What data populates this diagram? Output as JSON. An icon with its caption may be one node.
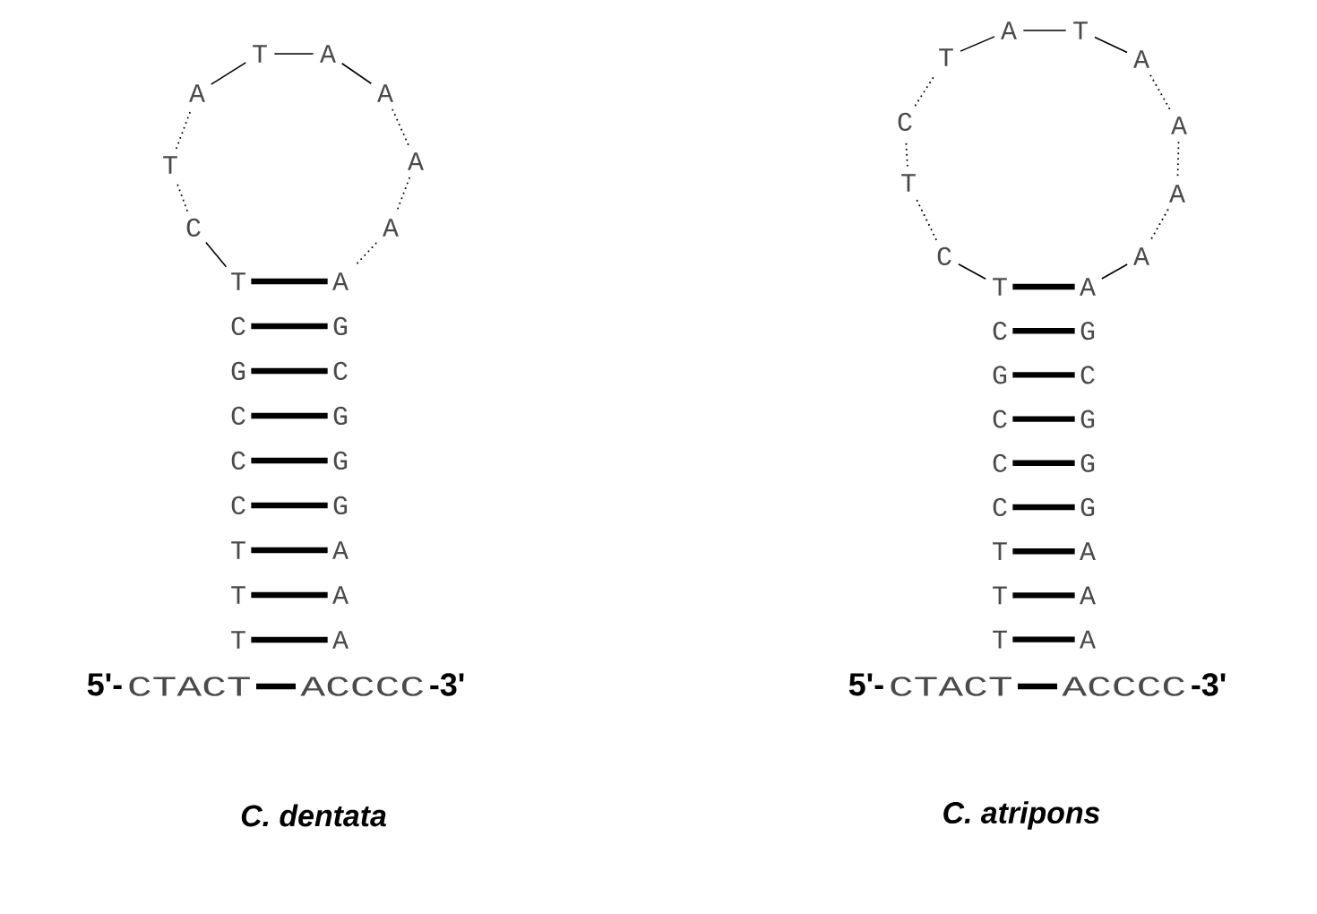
{
  "diagram": {
    "nodes": [
      {
        "text": [
          "C"
        ]
      },
      {
        "text": [
          "T"
        ]
      },
      {
        "text": [
          "A"
        ]
      },
      {
        "text": [
          "T"
        ]
      },
      {
        "text": [
          "A"
        ]
      },
      {
        "text": [
          "A"
        ]
      },
      {
        "text": [
          "A"
        ]
      },
      {
        "text": [
          "A"
        ]
      },
      {
        "text": [
          "T"
        ]
      },
      {
        "text": [
          "A"
        ]
      },
      {
        "text": [
          "C"
        ]
      },
      {
        "text": [
          "G"
        ]
      },
      {
        "text": [
          "G"
        ]
      },
      {
        "text": [
          "C"
        ]
      },
      {
        "text": [
          "C"
        ]
      },
      {
        "text": [
          "G"
        ]
      },
      {
        "text": [
          "C"
        ]
      },
      {
        "text": [
          "G"
        ]
      },
      {
        "text": [
          "C"
        ]
      },
      {
        "text": [
          "G"
        ]
      },
      {
        "text": [
          "T"
        ]
      },
      {
        "text": [
          "A"
        ]
      },
      {
        "text": [
          "T"
        ]
      },
      {
        "text": [
          "A"
        ]
      },
      {
        "text": [
          "T"
        ]
      },
      {
        "text": [
          "A"
        ]
      },
      {
        "text": [
          "CTACT"
        ],
        "beside": [
          "5'-"
        ]
      },
      {
        "text": [
          "ACCCC"
        ],
        "beside": [
          "-3'"
        ]
      },
      {
        "text": [
          "C"
        ]
      },
      {
        "text": [
          "T"
        ]
      },
      {
        "text": [
          "C"
        ]
      },
      {
        "text": [
          "T"
        ]
      },
      {
        "text": [
          "A"
        ]
      },
      {
        "text": [
          "T"
        ]
      },
      {
        "text": [
          "A"
        ]
      },
      {
        "text": [
          "A"
        ]
      },
      {
        "text": [
          "A"
        ]
      },
      {
        "text": [
          "A"
        ]
      },
      {
        "text": [
          "T"
        ]
      },
      {
        "text": [
          "A"
        ]
      },
      {
        "text": [
          "C"
        ]
      },
      {
        "text": [
          "G"
        ]
      },
      {
        "text": [
          "G"
        ]
      },
      {
        "text": [
          "C"
        ]
      },
      {
        "text": [
          "C"
        ]
      },
      {
        "text": [
          "G"
        ]
      },
      {
        "text": [
          "C"
        ]
      },
      {
        "text": [
          "G"
        ]
      },
      {
        "text": [
          "C"
        ]
      },
      {
        "text": [
          "G"
        ]
      },
      {
        "text": [
          "T"
        ]
      },
      {
        "text": [
          "A"
        ]
      },
      {
        "text": [
          "T"
        ]
      },
      {
        "text": [
          "A"
        ]
      },
      {
        "text": [
          "T"
        ]
      },
      {
        "text": [
          "A"
        ]
      },
      {
        "text": [
          "CTACT"
        ],
        "beside": [
          "5'-"
        ]
      },
      {
        "text": [
          "ACCCC"
        ],
        "beside": [
          "-3'"
        ]
      }
    ],
    "edges": [
      {
        "from": 8,
        "to": 0,
        "arrow": "none"
      },
      {
        "from": 0,
        "to": 1,
        "arrow": "none",
        "style": "dashed"
      },
      {
        "from": 1,
        "to": 2,
        "arrow": "none",
        "style": "dashed"
      },
      {
        "from": 2,
        "to": 3,
        "arrow": "none"
      },
      {
        "from": 3,
        "to": 4,
        "arrow": "none"
      },
      {
        "from": 4,
        "to": 5,
        "arrow": "none"
      },
      {
        "from": 5,
        "to": 6,
        "arrow": "none",
        "style": "dashed"
      },
      {
        "from": 6,
        "to": 7,
        "arrow": "none",
        "style": "dashed"
      },
      {
        "from": 7,
        "to": 9,
        "arrow": "none",
        "style": "dashed"
      },
      {
        "from": 8,
        "to": 9,
        "arrow": "none",
        "style": "thick"
      },
      {
        "from": 10,
        "to": 11,
        "arrow": "none",
        "style": "thick"
      },
      {
        "from": 12,
        "to": 13,
        "arrow": "none",
        "style": "thick"
      },
      {
        "from": 14,
        "to": 15,
        "arrow": "none",
        "style": "thick"
      },
      {
        "from": 16,
        "to": 17,
        "arrow": "none",
        "style": "thick"
      },
      {
        "from": 18,
        "to": 19,
        "arrow": "none",
        "style": "thick"
      },
      {
        "from": 20,
        "to": 21,
        "arrow": "none",
        "style": "thick"
      },
      {
        "from": 22,
        "to": 23,
        "arrow": "none",
        "style": "thick"
      },
      {
        "from": 24,
        "to": 25,
        "arrow": "none",
        "style": "thick"
      },
      {
        "from": 26,
        "to": 27,
        "arrow": "none",
        "style": "thick"
      },
      {
        "from": 38,
        "to": 28,
        "arrow": "none"
      },
      {
        "from": 28,
        "to": 29,
        "arrow": "none",
        "style": "dashed"
      },
      {
        "from": 29,
        "to": 30,
        "arrow": "none",
        "style": "dashed"
      },
      {
        "from": 30,
        "to": 31,
        "arrow": "none",
        "style": "dashed"
      },
      {
        "from": 31,
        "to": 32,
        "arrow": "none"
      },
      {
        "from": 32,
        "to": 33,
        "arrow": "none"
      },
      {
        "from": 33,
        "to": 34,
        "arrow": "none"
      },
      {
        "from": 34,
        "to": 35,
        "arrow": "none",
        "style": "dashed"
      },
      {
        "from": 35,
        "to": 36,
        "arrow": "none",
        "style": "dashed"
      },
      {
        "from": 36,
        "to": 37,
        "arrow": "none",
        "style": "dashed"
      },
      {
        "from": 37,
        "to": 39,
        "arrow": "none"
      },
      {
        "from": 38,
        "to": 39,
        "arrow": "none",
        "style": "thick"
      },
      {
        "from": 40,
        "to": 41,
        "arrow": "none",
        "style": "thick"
      },
      {
        "from": 42,
        "to": 43,
        "arrow": "none",
        "style": "thick"
      },
      {
        "from": 44,
        "to": 45,
        "arrow": "none",
        "style": "thick"
      },
      {
        "from": 46,
        "to": 47,
        "arrow": "none",
        "style": "thick"
      },
      {
        "from": 48,
        "to": 49,
        "arrow": "none",
        "style": "thick"
      },
      {
        "from": 50,
        "to": 51,
        "arrow": "none",
        "style": "thick"
      },
      {
        "from": 52,
        "to": 53,
        "arrow": "none",
        "style": "thick"
      },
      {
        "from": 54,
        "to": 55,
        "arrow": "none",
        "style": "thick"
      },
      {
        "from": 56,
        "to": 57,
        "arrow": "none",
        "style": "thick"
      }
    ],
    "labels": [
      "C. dentata",
      "C. atripons"
    ]
  }
}
